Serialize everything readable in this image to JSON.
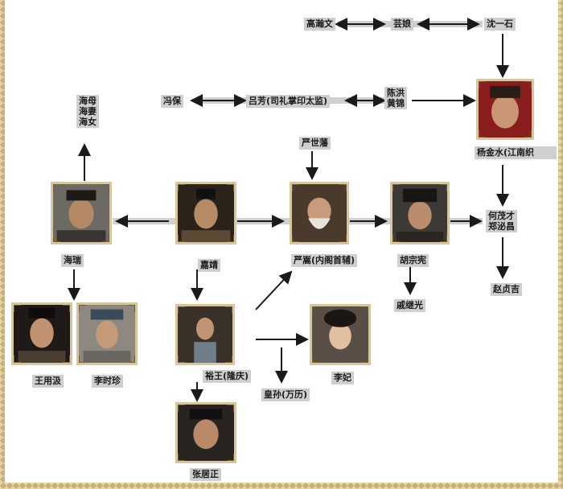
{
  "people": {
    "gao_hanwen": "高瀚文",
    "yun_niang": "芸娘",
    "shen_yishi": "沈一石",
    "feng_bao": "冯保",
    "lv_fang": "吕芳(司礼掌印太监)",
    "chen_hong": "陈洪\n黄锦",
    "yang_jinshui": "杨金水(江南织",
    "hai_family": "海母\n海妻\n海女",
    "yan_shifan": "严世藩",
    "hai_rui": "海瑞",
    "jiajing": "嘉靖",
    "yan_song": "严嵩(内阁首辅)",
    "hu_zongxian": "胡宗宪",
    "he_zheng": "何茂才\n郑泌昌",
    "qi_jiguang": "戚继光",
    "zhao_zhenji": "赵贞吉",
    "wang_yongji": "王用汲",
    "li_shizhen": "李时珍",
    "yu_wang": "裕王(隆庆)",
    "li_fei": "李妃",
    "huang_sun": "皇孙(万历)",
    "zhang_juzheng": "张居正"
  },
  "colors": {
    "line": "#1a1a1a",
    "connector": "#d0d0d0",
    "frame": "#d6c6a0",
    "label_bg": "#cfcfcf"
  }
}
